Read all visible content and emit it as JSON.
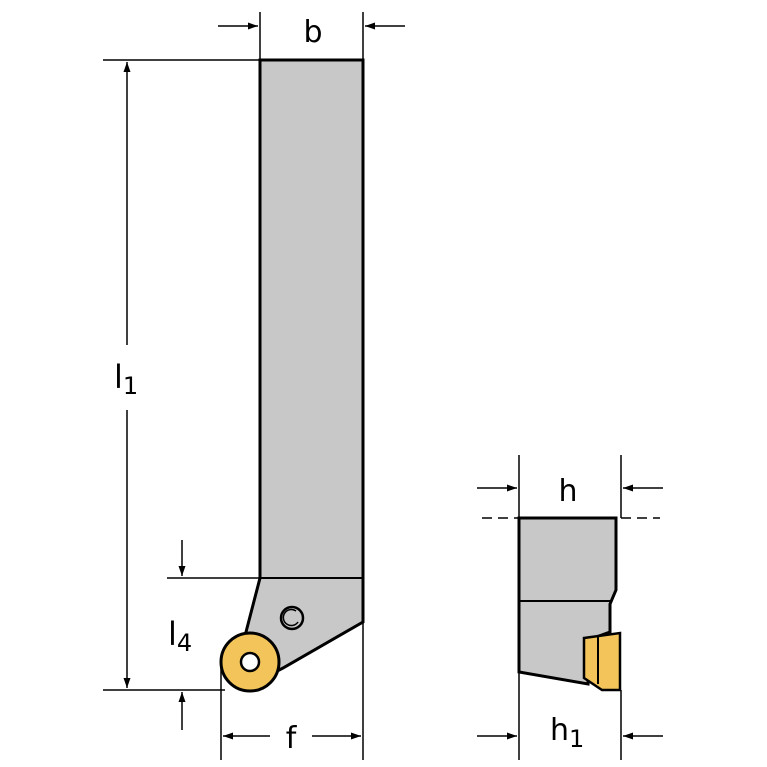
{
  "colors": {
    "body_fill": "#c8c8c8",
    "insert_fill": "#f2c45a",
    "line": "#000000",
    "background": "#ffffff"
  },
  "labels": {
    "b": "b",
    "l1_main": "l",
    "l1_sub": "1",
    "l4_main": "l",
    "l4_sub": "4",
    "f": "f",
    "h": "h",
    "h1_main": "h",
    "h1_sub": "1"
  },
  "icons": {
    "screw": "screw-icon",
    "insert": "round-insert-icon"
  }
}
